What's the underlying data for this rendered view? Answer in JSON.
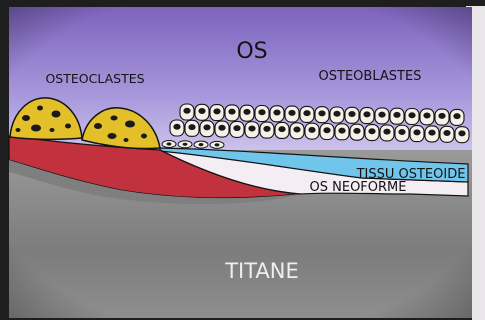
{
  "labels": {
    "os": "OS",
    "osteoclastes": "OSTEOCLASTES",
    "osteoblastes": "OSTEOBLASTES",
    "tissu_osteoide": "TISSU OSTEOIDE",
    "os_neoforme": "OS NEOFORME",
    "titane": "TITANE"
  },
  "colors": {
    "bone": "#8c74c8",
    "bone_light": "#c9bdeb",
    "resorption": "#c2323e",
    "osteoide": "#6fc6ea",
    "neoforme": "#f4eef4",
    "titanium": "#8a8a8a",
    "osteoclast": "#e3bf2a",
    "cell": "#f4f1e8",
    "outline": "#141414"
  }
}
